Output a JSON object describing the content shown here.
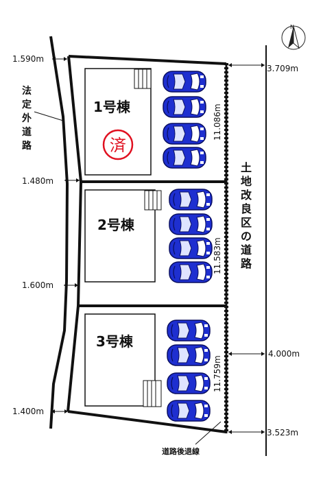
{
  "compass": {
    "north_label": "N"
  },
  "lots": [
    {
      "label": "1号棟",
      "depth": "11.086m",
      "stamp": "済"
    },
    {
      "label": "2号棟",
      "depth": "11.583m"
    },
    {
      "label": "3号棟",
      "depth": "11.759m"
    }
  ],
  "left_road": {
    "label": "法定外道路"
  },
  "right_road": {
    "label": "土地改良区の道路"
  },
  "setback_label": "道路後退線",
  "widths_left": [
    "1.590m",
    "1.480m",
    "1.600m",
    "1.400m"
  ],
  "widths_right": [
    "3.709m",
    "4.000m",
    "3.523m"
  ],
  "colors": {
    "car_body": "#1e2fd0",
    "stamp_red": "#e01020",
    "line": "#111111"
  }
}
